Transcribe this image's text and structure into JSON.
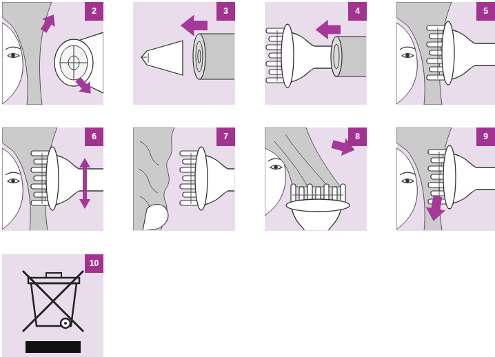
{
  "diagram": {
    "nodes": [
      {
        "text": [
          "2"
        ]
      },
      {
        "text": [
          "3"
        ]
      },
      {
        "text": [
          "4"
        ]
      },
      {
        "text": [
          "5"
        ]
      },
      {
        "text": [
          "6"
        ]
      },
      {
        "text": [
          "7"
        ]
      },
      {
        "text": [
          "8"
        ]
      },
      {
        "text": [
          "9"
        ]
      },
      {
        "text": [
          "10"
        ]
      }
    ]
  }
}
